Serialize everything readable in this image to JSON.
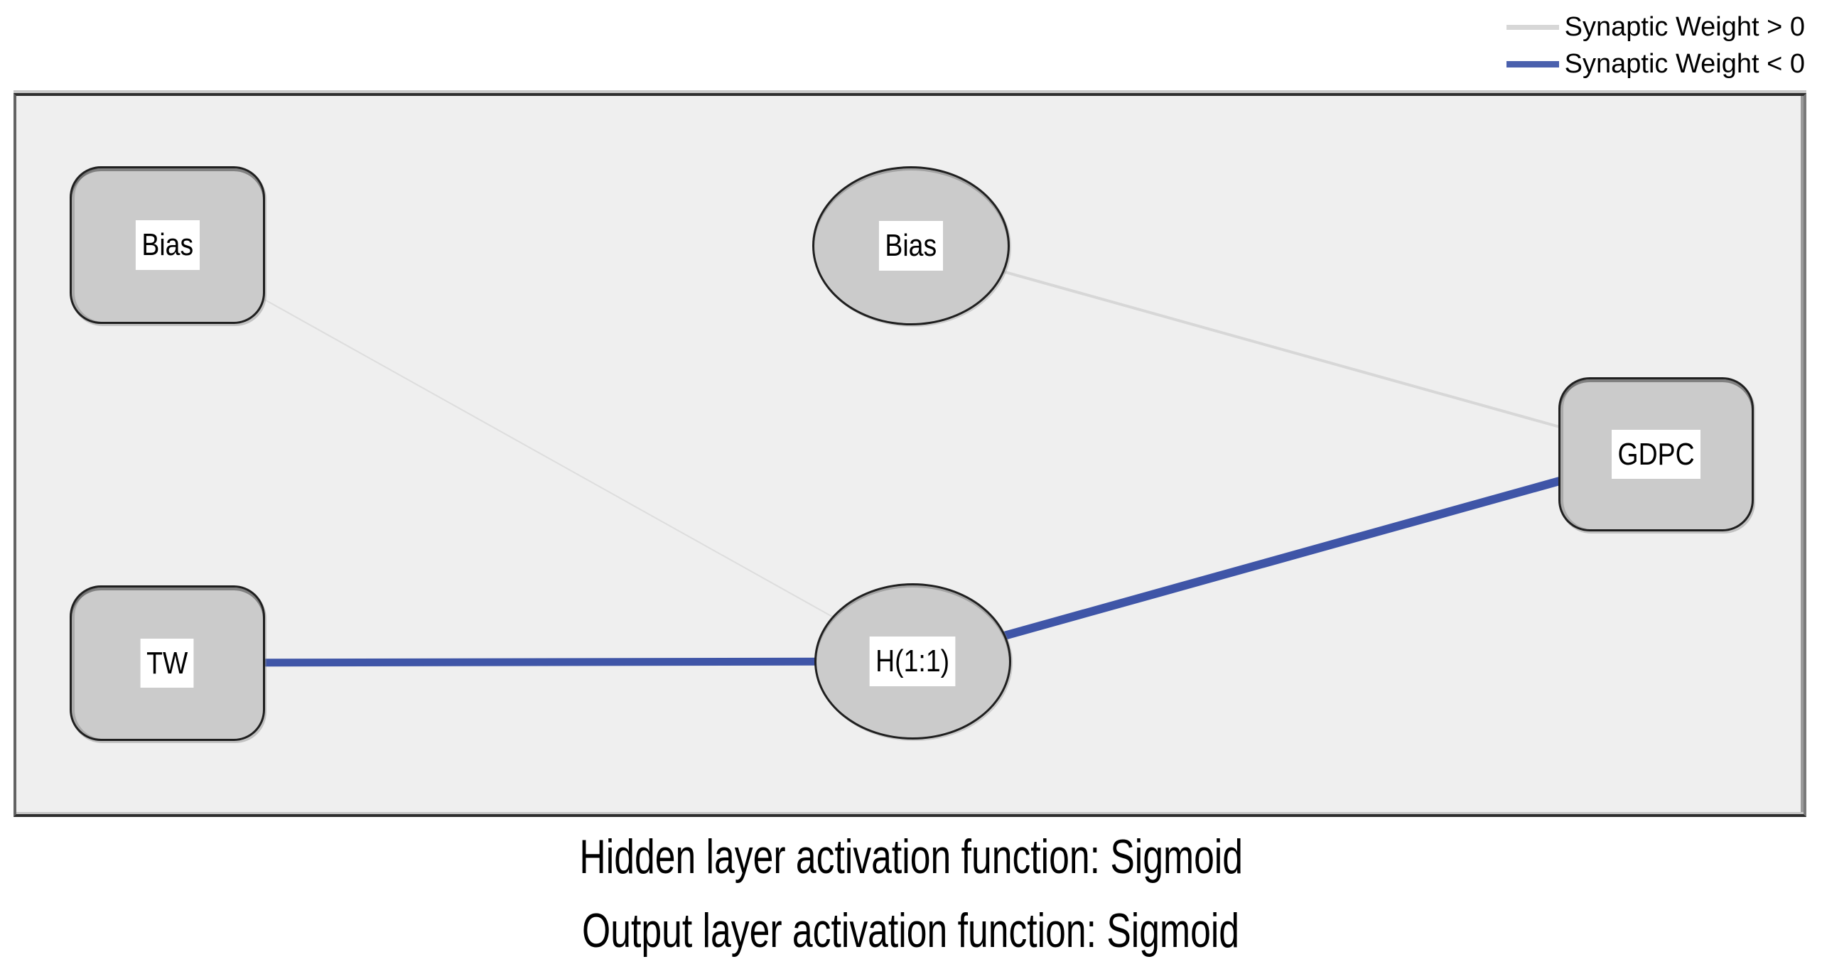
{
  "legend": {
    "items": [
      {
        "id": "positive",
        "label": "Synaptic Weight > 0",
        "color": "#d7d7d7"
      },
      {
        "id": "negative",
        "label": "Synaptic Weight < 0",
        "color": "#4a60ad"
      }
    ]
  },
  "diagram": {
    "nodes": [
      {
        "id": "bias-input",
        "label": "Bias",
        "shape": "rounded-rect",
        "layer": "input-bias"
      },
      {
        "id": "tw",
        "label": "TW",
        "shape": "rounded-rect",
        "layer": "input"
      },
      {
        "id": "bias-hidden",
        "label": "Bias",
        "shape": "ellipse",
        "layer": "hidden-bias"
      },
      {
        "id": "h11",
        "label": "H(1:1)",
        "shape": "ellipse",
        "layer": "hidden"
      },
      {
        "id": "gdpc",
        "label": "GDPC",
        "shape": "rounded-rect",
        "layer": "output"
      }
    ],
    "connections": [
      {
        "from": "bias-input",
        "to": "h11",
        "sign": "positive"
      },
      {
        "from": "bias-hidden",
        "to": "gdpc",
        "sign": "positive"
      },
      {
        "from": "tw",
        "to": "h11",
        "sign": "negative"
      },
      {
        "from": "h11",
        "to": "gdpc",
        "sign": "negative"
      }
    ]
  },
  "captions": [
    "Hidden layer activation function: Sigmoid",
    "Output layer activation function: Sigmoid"
  ],
  "colors": {
    "positive_weight": "#d7d7d7",
    "negative_weight": "#3f55a7",
    "node_fill": "#cbcbcb",
    "panel_background": "#efefef"
  }
}
